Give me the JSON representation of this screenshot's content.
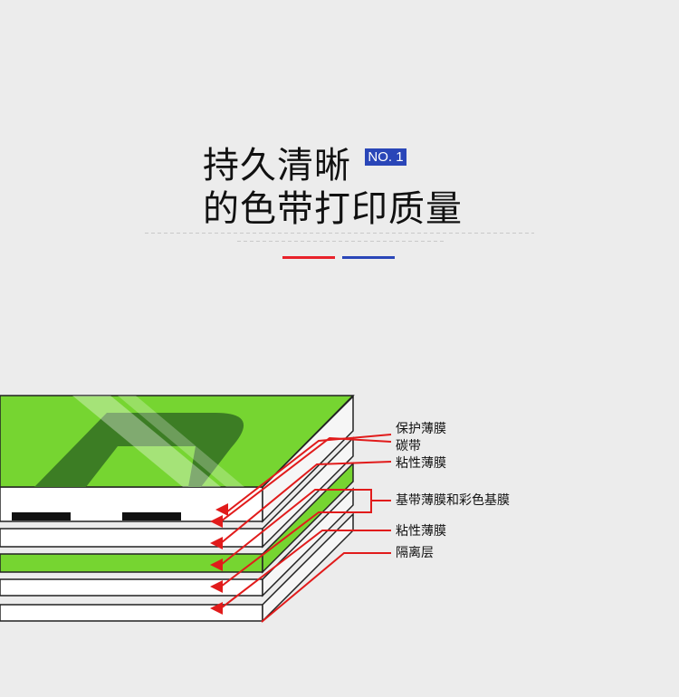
{
  "title": {
    "line1": "持久清晰",
    "line2": "的色带打印质量",
    "badge": "NO. 1"
  },
  "accent_colors": {
    "red": "#e8212a",
    "blue": "#2a46b8",
    "film_green": "#76d531",
    "arrow_red": "#e11b1b"
  },
  "layers": [
    {
      "label": "保护薄膜"
    },
    {
      "label": "碳带"
    },
    {
      "label": "粘性薄膜"
    },
    {
      "label": "基带薄膜和彩色基膜"
    },
    {
      "label": "粘性薄膜"
    },
    {
      "label": "隔离层"
    }
  ]
}
